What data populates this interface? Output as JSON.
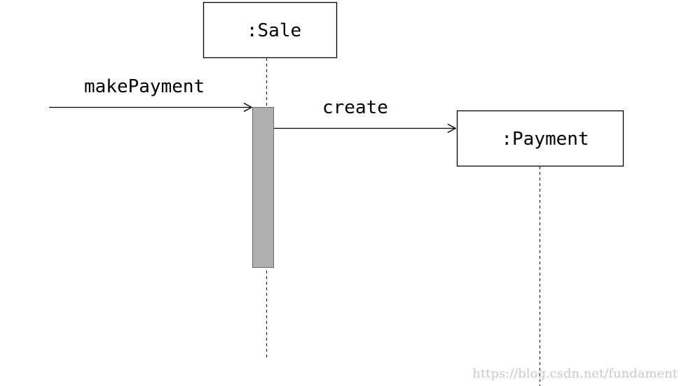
{
  "participants": {
    "sale": {
      "label": ":Sale"
    },
    "payment": {
      "label": ":Payment"
    }
  },
  "messages": {
    "make_payment": {
      "label": "makePayment"
    },
    "create": {
      "label": "create"
    }
  },
  "watermark": {
    "text": "https://blog.csdn.net/fundament"
  },
  "colors": {
    "line": "#000000",
    "activation_fill": "#b0b0b0",
    "activation_stroke": "#6a6a6a",
    "watermark": "#c9c9c9"
  }
}
